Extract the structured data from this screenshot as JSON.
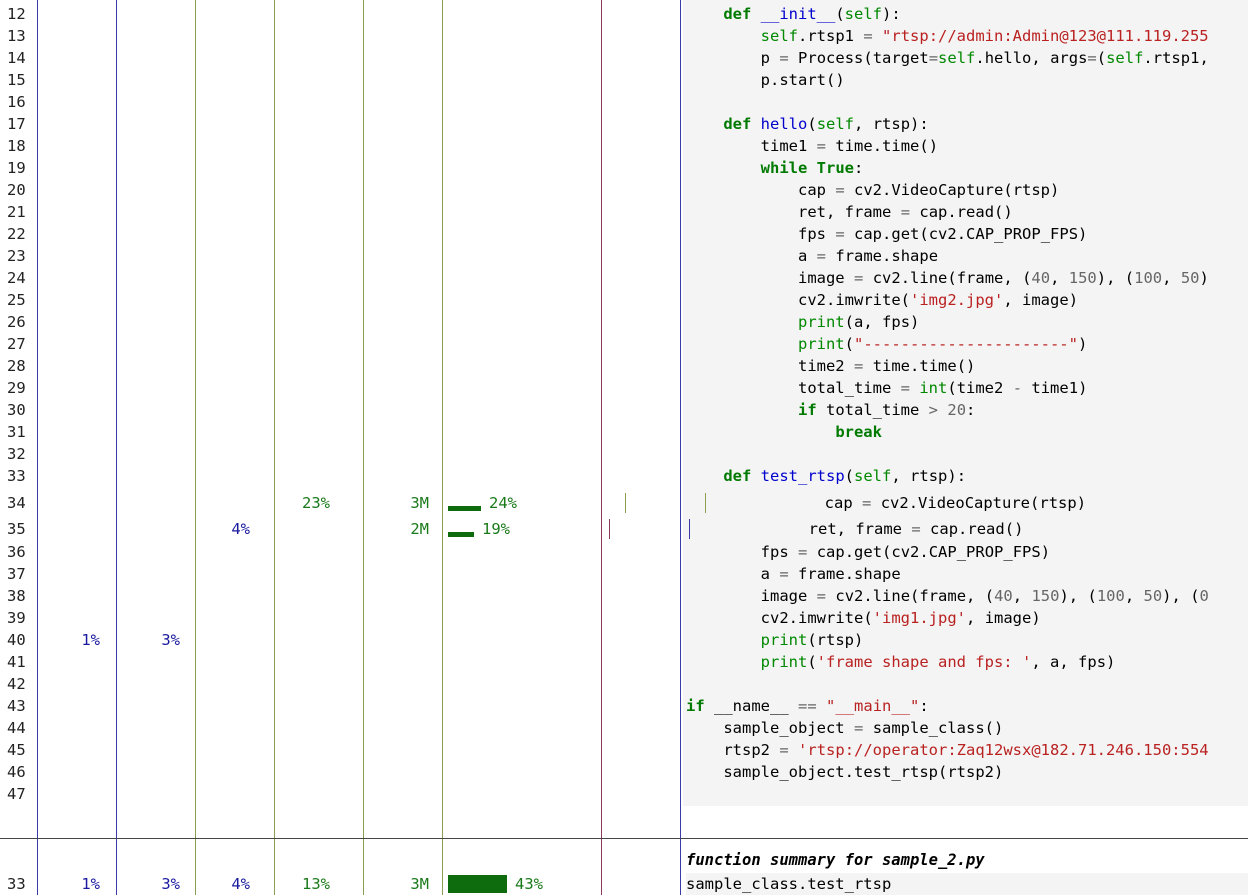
{
  "colors": {
    "code_bg": "#f4f4f4",
    "keyword": "#007a00",
    "function_name": "#0000cc",
    "string": "#ba2121",
    "number": "#666666",
    "bar": "#0e6b0e",
    "pct_blue": "#1a1aa0",
    "pct_green": "#1a7a1a"
  },
  "profile_rows": [
    {
      "line": "12",
      "code": "    def __init__(self):"
    },
    {
      "line": "13",
      "code": "        self.rtsp1 = \"rtsp://admin:Admin@123@111.119.255"
    },
    {
      "line": "14",
      "code": "        p = Process(target=self.hello, args=(self.rtsp1,"
    },
    {
      "line": "15",
      "code": "        p.start()"
    },
    {
      "line": "16",
      "code": ""
    },
    {
      "line": "17",
      "code": "    def hello(self, rtsp):"
    },
    {
      "line": "18",
      "code": "        time1 = time.time()"
    },
    {
      "line": "19",
      "code": "        while True:"
    },
    {
      "line": "20",
      "code": "            cap = cv2.VideoCapture(rtsp)"
    },
    {
      "line": "21",
      "code": "            ret, frame = cap.read()"
    },
    {
      "line": "22",
      "code": "            fps = cap.get(cv2.CAP_PROP_FPS)"
    },
    {
      "line": "23",
      "code": "            a = frame.shape"
    },
    {
      "line": "24",
      "code": "            image = cv2.line(frame, (40, 150), (100, 50)"
    },
    {
      "line": "25",
      "code": "            cv2.imwrite('img2.jpg', image)"
    },
    {
      "line": "26",
      "code": "            print(a, fps)"
    },
    {
      "line": "27",
      "code": "            print(\"----------------------\")"
    },
    {
      "line": "28",
      "code": "            time2 = time.time()"
    },
    {
      "line": "29",
      "code": "            total_time = int(time2 - time1)"
    },
    {
      "line": "30",
      "code": "            if total_time > 20:"
    },
    {
      "line": "31",
      "code": "                break"
    },
    {
      "line": "32",
      "code": ""
    },
    {
      "line": "33",
      "code": "    def test_rtsp(self, rtsp):"
    },
    {
      "line": "34",
      "code": "        cap = cv2.VideoCapture(rtsp)",
      "cpu_sys": "23%",
      "mem": "3M",
      "mem_pct": "24%",
      "mem_bar": 0.24
    },
    {
      "line": "35",
      "code": "        ret, frame = cap.read()",
      "gpu": "4%",
      "mem": "2M",
      "mem_pct": "19%",
      "mem_bar": 0.19
    },
    {
      "line": "36",
      "code": "        fps = cap.get(cv2.CAP_PROP_FPS)"
    },
    {
      "line": "37",
      "code": "        a = frame.shape"
    },
    {
      "line": "38",
      "code": "        image = cv2.line(frame, (40, 150), (100, 50), (0"
    },
    {
      "line": "39",
      "code": "        cv2.imwrite('img1.jpg', image)"
    },
    {
      "line": "40",
      "code": "        print(rtsp)",
      "cpu_python": "1%",
      "cpu_native": "3%"
    },
    {
      "line": "41",
      "code": "        print('frame shape and fps: ', a, fps)"
    },
    {
      "line": "42",
      "code": ""
    },
    {
      "line": "43",
      "code": "if __name__ == \"__main__\":"
    },
    {
      "line": "44",
      "code": "    sample_object = sample_class()"
    },
    {
      "line": "45",
      "code": "    rtsp2 = 'rtsp://operator:Zaq12wsx@182.71.246.150:554"
    },
    {
      "line": "46",
      "code": "    sample_object.test_rtsp(rtsp2)"
    },
    {
      "line": "47",
      "code": ""
    }
  ],
  "summary": {
    "title": "function summary for sample_2.py",
    "row": {
      "line": "33",
      "cpu_python": "1%",
      "cpu_native": "3%",
      "gpu": "4%",
      "cpu_sys": "13%",
      "mem": "3M",
      "mem_pct": "43%",
      "mem_bar": 0.43,
      "function": "sample_class.test_rtsp"
    }
  }
}
